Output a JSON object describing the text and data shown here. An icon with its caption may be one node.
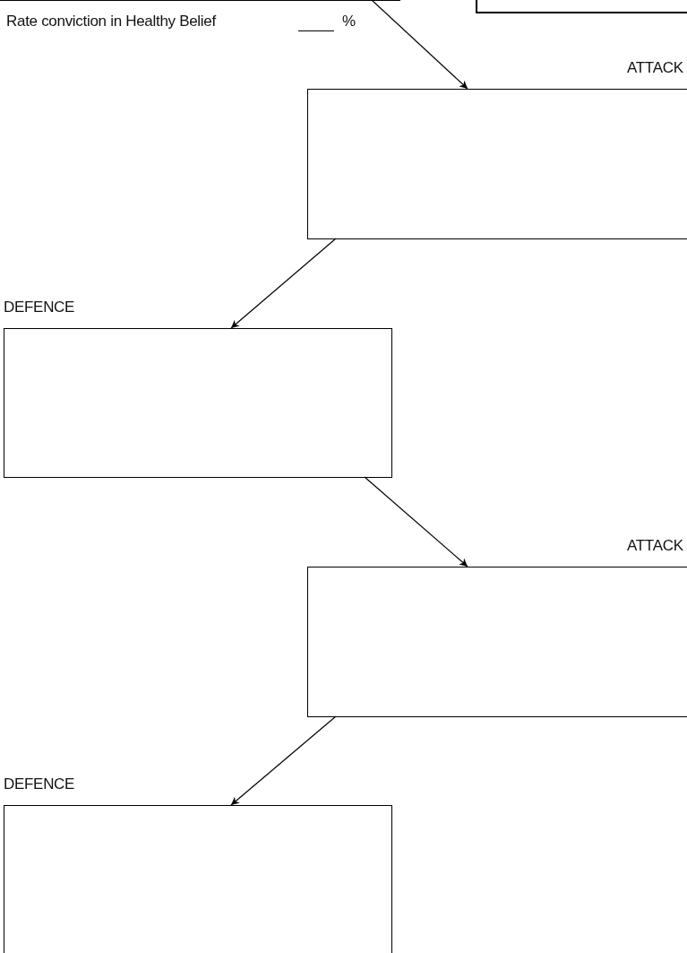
{
  "diagram": {
    "nodes": [
      {
        "text": [],
        "shape": "box",
        "beside": [
          "Rate conviction in Healthy Belief",
          "%"
        ]
      },
      {
        "text": [],
        "shape": "box"
      },
      {
        "text": [
          "ATTACK"
        ]
      },
      {
        "text": [
          "DEFENCE"
        ]
      },
      {
        "text": [
          "ATTACK"
        ]
      },
      {
        "text": [
          "DEFENCE"
        ]
      }
    ],
    "edges": [
      {
        "from": 0,
        "to": 2,
        "arrow": "to"
      },
      {
        "from": 2,
        "to": 3,
        "arrow": "to"
      },
      {
        "from": 3,
        "to": 4,
        "arrow": "to"
      },
      {
        "from": 4,
        "to": 5,
        "arrow": "to"
      }
    ]
  }
}
